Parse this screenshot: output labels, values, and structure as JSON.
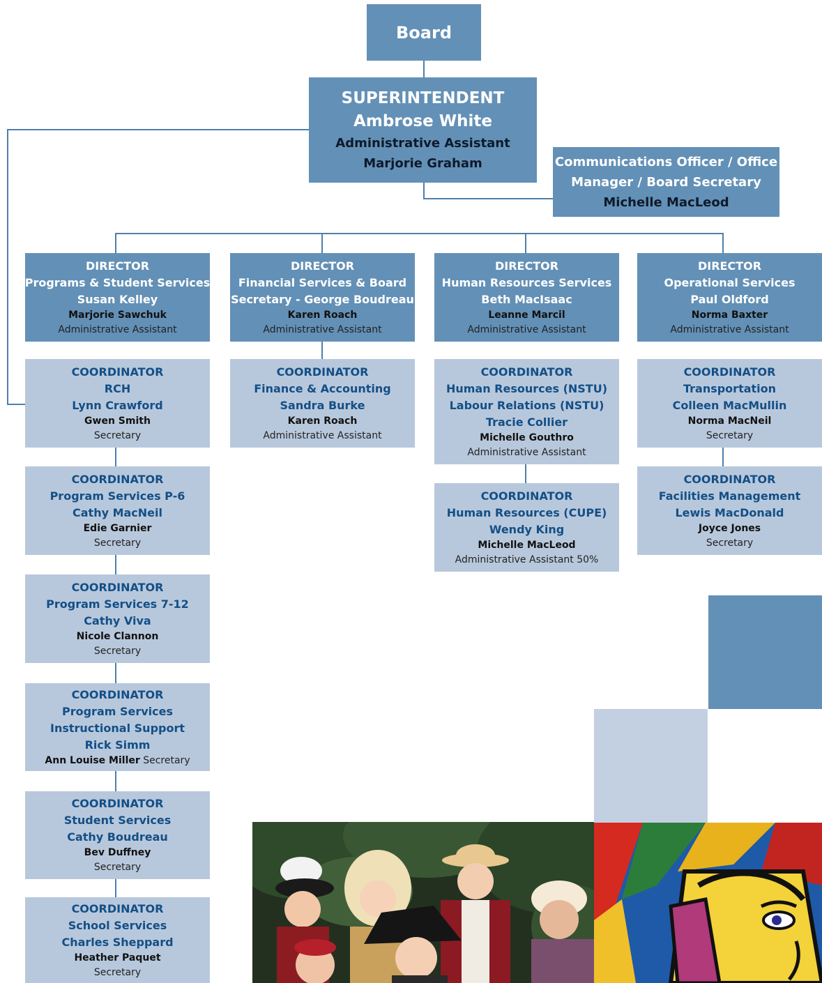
{
  "board": {
    "title": "Board"
  },
  "superintendent": {
    "title": "SUPERINTENDENT",
    "name": "Ambrose White",
    "assistant_role": "Administrative Assistant",
    "assistant_name": "Marjorie Graham"
  },
  "communications": {
    "title_line1": "Communications Officer / Office",
    "title_line2": "Manager / Board Secretary",
    "name": "Michelle MacLeod"
  },
  "directors": [
    {
      "label": "DIRECTOR",
      "dept": "Programs & Student Services",
      "name": "Susan Kelley",
      "assistant": "Marjorie Sawchuk",
      "assistant_role": "Administrative Assistant"
    },
    {
      "label": "DIRECTOR",
      "dept": "Financial Services & Board",
      "name": "Secretary - George Boudreau",
      "assistant": "Karen Roach",
      "assistant_role": "Administrative Assistant"
    },
    {
      "label": "DIRECTOR",
      "dept": "Human Resources Services",
      "name": "Beth MacIsaac",
      "assistant": "Leanne Marcil",
      "assistant_role": "Administrative Assistant"
    },
    {
      "label": "DIRECTOR",
      "dept": "Operational Services",
      "name": "Paul Oldford",
      "assistant": "Norma Baxter",
      "assistant_role": "Administrative Assistant"
    }
  ],
  "coordinators": {
    "col1": [
      {
        "label": "COORDINATOR",
        "lines": [
          "RCH",
          "Lynn Crawford"
        ],
        "assistant": "Gwen Smith",
        "assistant_role": "Secretary"
      },
      {
        "label": "COORDINATOR",
        "lines": [
          "Program Services P-6",
          "Cathy MacNeil"
        ],
        "assistant": "Edie Garnier",
        "assistant_role": "Secretary"
      },
      {
        "label": "COORDINATOR",
        "lines": [
          "Program Services 7-12",
          "Cathy Viva"
        ],
        "assistant": "Nicole Clannon",
        "assistant_role": "Secretary"
      },
      {
        "label": "COORDINATOR",
        "lines": [
          "Program Services",
          "Instructional Support",
          "Rick Simm"
        ],
        "assistant": "Ann Louise Miller",
        "assistant_role": "Secretary"
      },
      {
        "label": "COORDINATOR",
        "lines": [
          "Student Services",
          "Cathy Boudreau"
        ],
        "assistant": "Bev Duffney",
        "assistant_role": "Secretary"
      },
      {
        "label": "COORDINATOR",
        "lines": [
          "School Services",
          "Charles Sheppard"
        ],
        "assistant": "Heather Paquet",
        "assistant_role": "Secretary"
      }
    ],
    "col2": [
      {
        "label": "COORDINATOR",
        "lines": [
          "Finance & Accounting",
          "Sandra Burke"
        ],
        "assistant": "Karen Roach",
        "assistant_role": "Administrative Assistant"
      }
    ],
    "col3": [
      {
        "label": "COORDINATOR",
        "lines": [
          "Human Resources (NSTU)",
          "Labour Relations (NSTU)",
          "Tracie Collier"
        ],
        "assistant": "Michelle Gouthro",
        "assistant_role": "Administrative Assistant"
      },
      {
        "label": "COORDINATOR",
        "lines": [
          "Human Resources (CUPE)",
          "Wendy King"
        ],
        "assistant": "Michelle MacLeod",
        "assistant_role": "Administrative Assistant 50%"
      }
    ],
    "col4": [
      {
        "label": "COORDINATOR",
        "lines": [
          "Transportation",
          "Colleen MacMullin"
        ],
        "assistant": "Norma MacNeil",
        "assistant_role": "Secretary"
      },
      {
        "label": "COORDINATOR",
        "lines": [
          "Facilities Management",
          "Lewis MacDonald"
        ],
        "assistant": "Joyce Jones",
        "assistant_role": "Secretary"
      }
    ]
  },
  "colors": {
    "dark_box": "#6390b6",
    "light_box": "#b8c8dc",
    "connector": "#4d7fab",
    "coordinator_text": "#134f86"
  }
}
